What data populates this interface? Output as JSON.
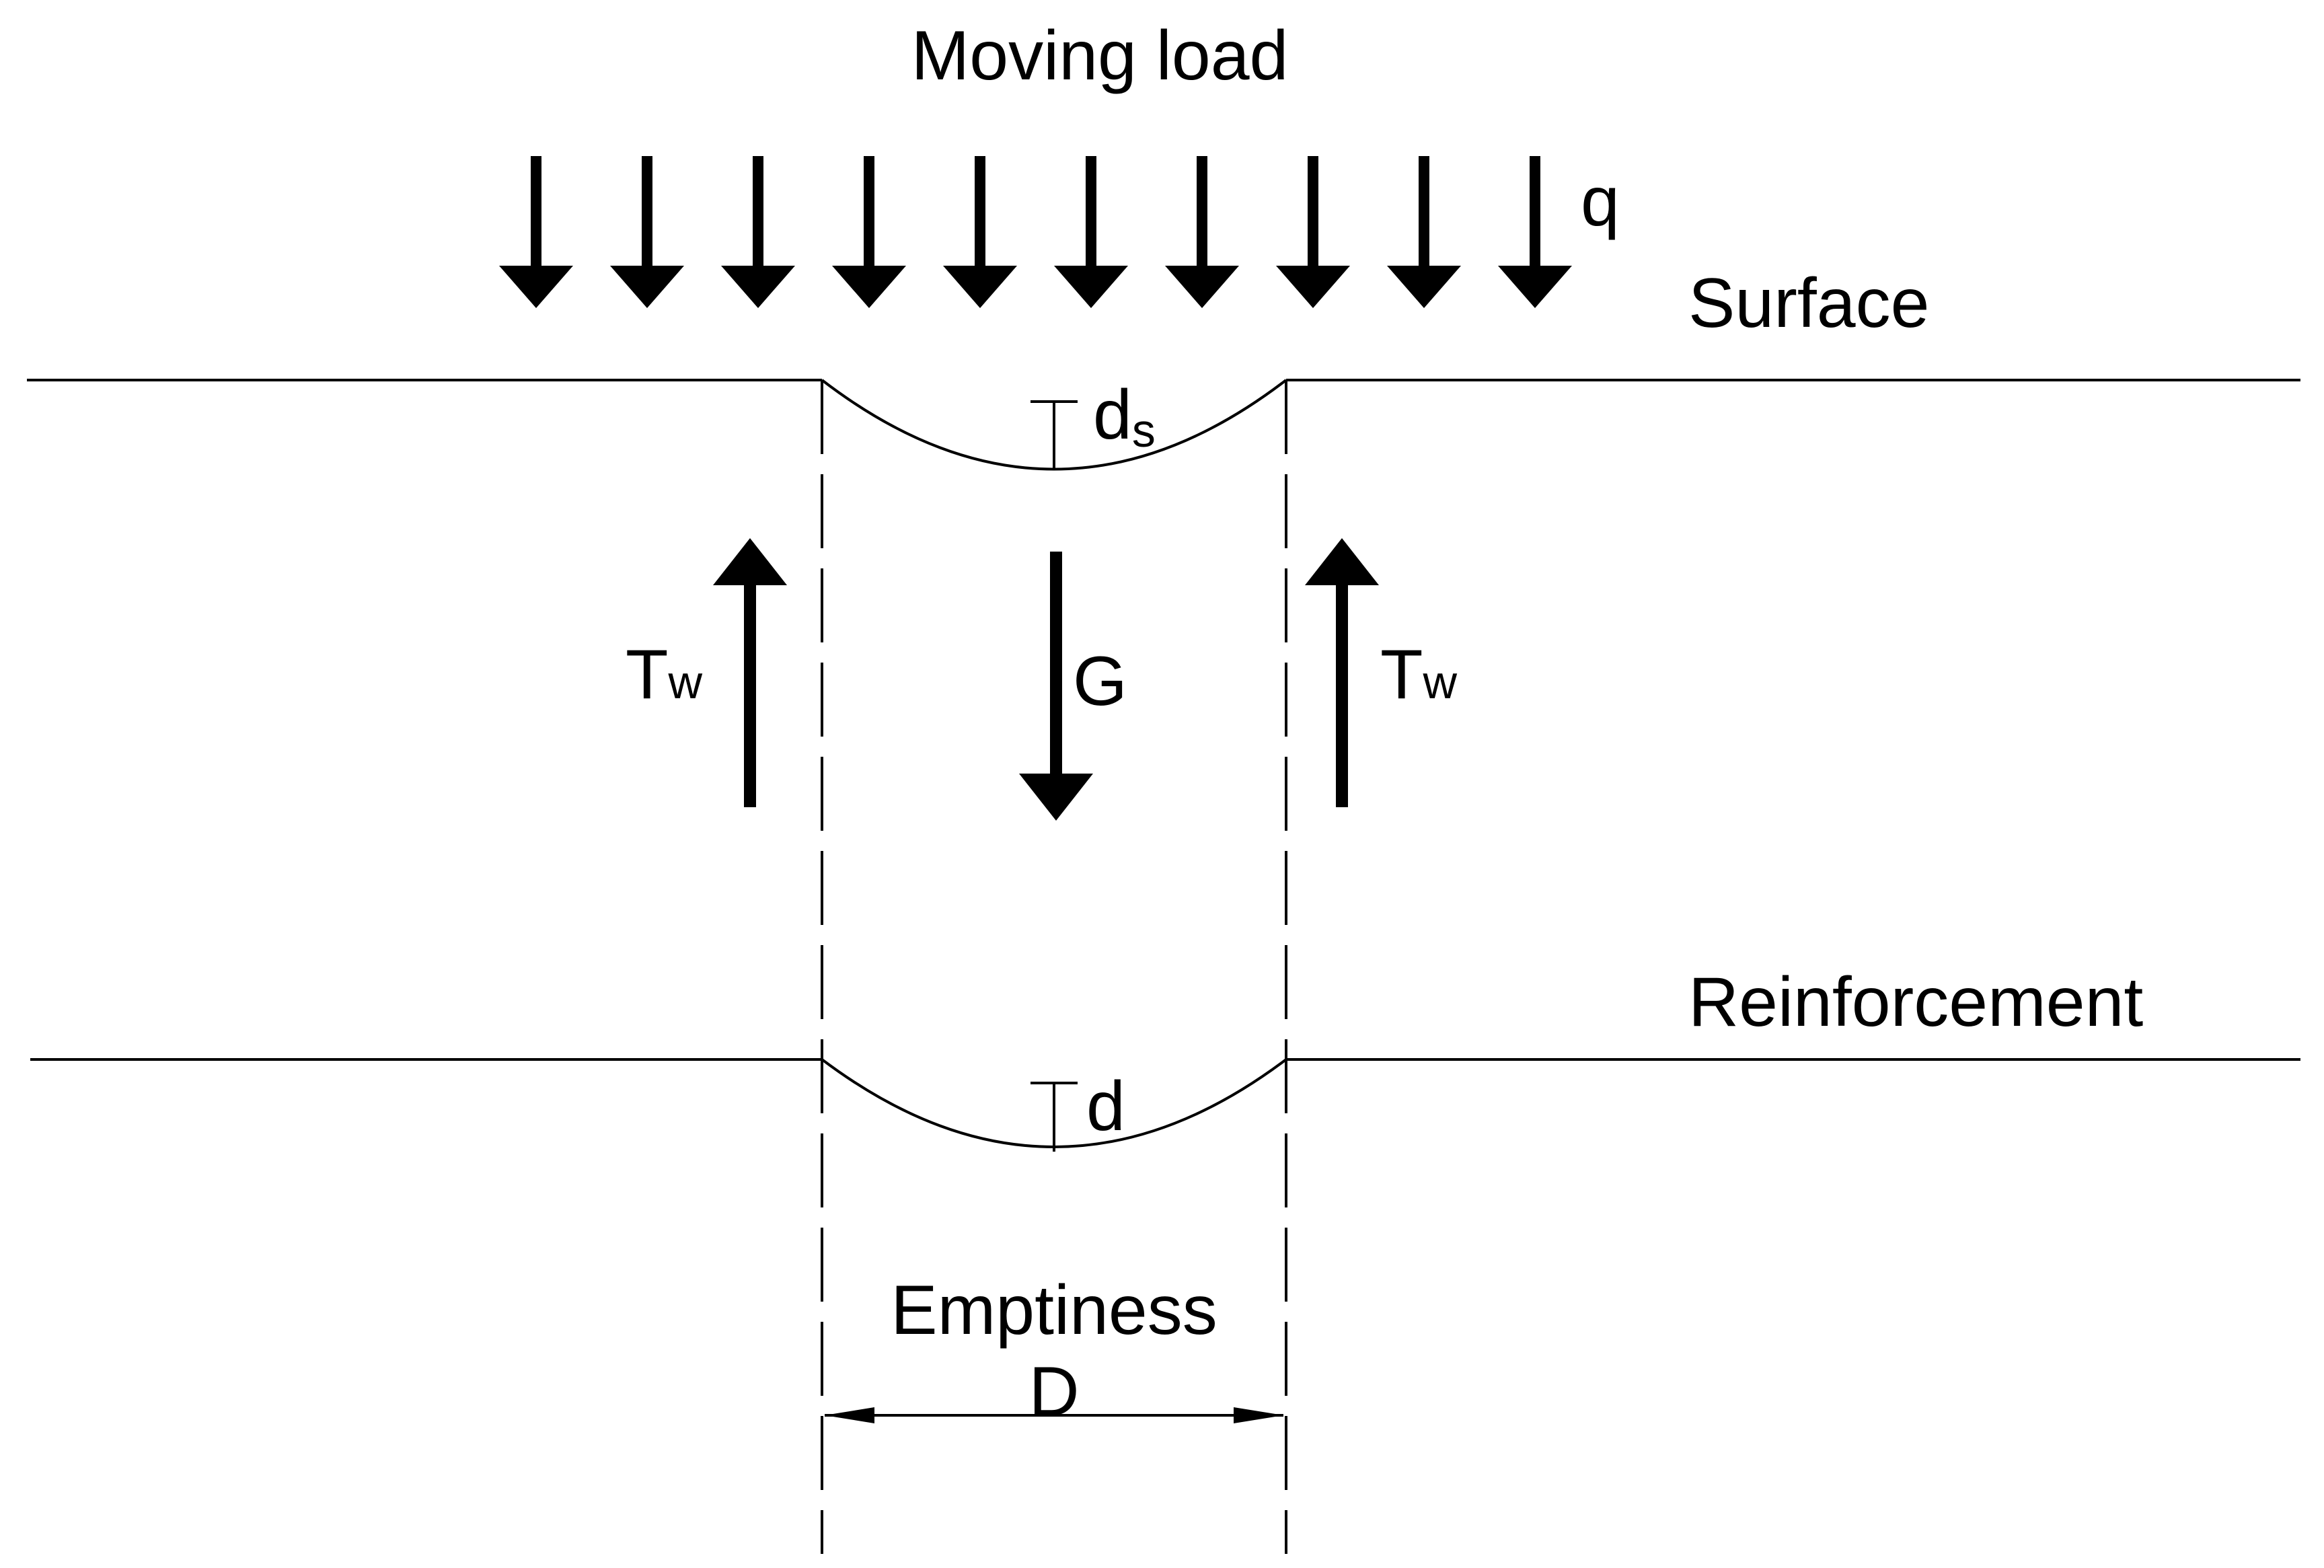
{
  "labels": {
    "moving_load": "Moving load",
    "q": "q",
    "surface": "Surface",
    "ds_main": "d",
    "ds_sub": "s",
    "tw_main": "T",
    "tw_sub": "w",
    "g": "G",
    "reinforcement": "Reinforcement",
    "d": "d",
    "emptiness": "Emptiness",
    "D": "D"
  },
  "colors": {
    "ink": "#000000",
    "background": "#ffffff"
  }
}
